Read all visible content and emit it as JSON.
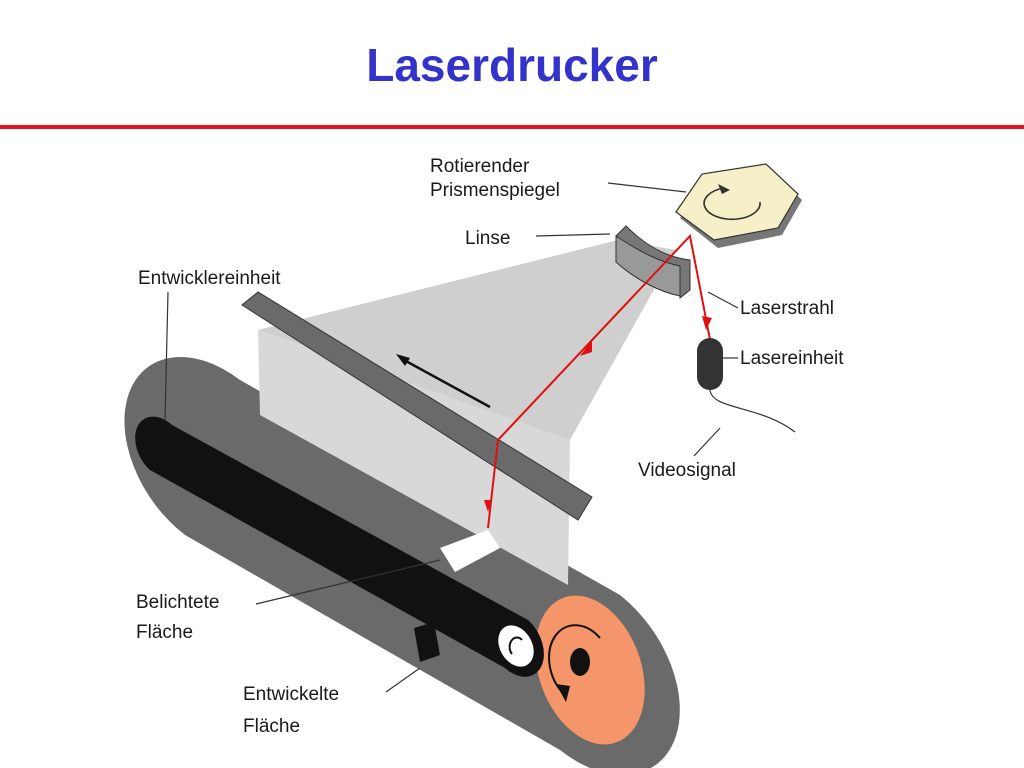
{
  "slide": {
    "title": "Laserdrucker",
    "accent_color": "#e8141e",
    "title_color": "#3333cc"
  },
  "labels": {
    "prism_mirror": [
      "Rotierender",
      "Prismenspiegel"
    ],
    "lens": "Linse",
    "developer_unit": "Entwicklereinheit",
    "laser_beam": "Laserstrahl",
    "laser_unit": "Lasereinheit",
    "video_signal": "Videosignal",
    "exposed_area": [
      "Belichtete",
      "Fläche"
    ],
    "developed_area": [
      "Entwickelte",
      "Fläche"
    ]
  },
  "colors": {
    "drum": "#6a6a6a",
    "drum_end": "#f4956a",
    "roller": "#111111",
    "light_cone": "#cfcfcf",
    "laser": "#e01010",
    "prism": "#f6f0c8"
  }
}
